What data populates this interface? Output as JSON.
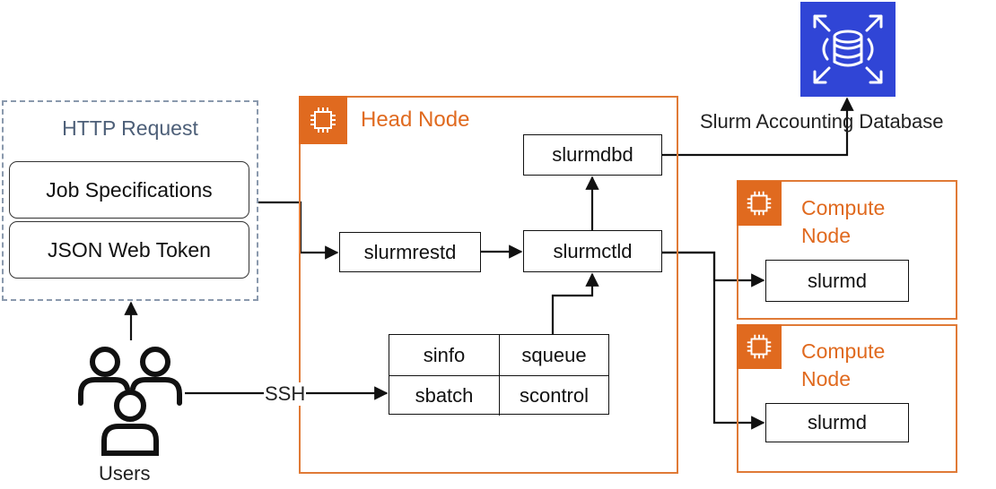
{
  "http_request": {
    "title": "HTTP Request",
    "items": [
      "Job Specifications",
      "JSON Web Token"
    ]
  },
  "head_node": {
    "title": "Head Node",
    "slurmdbd": "slurmdbd",
    "slurmrestd": "slurmrestd",
    "slurmctld": "slurmctld",
    "commands": [
      "sinfo",
      "squeue",
      "sbatch",
      "scontrol"
    ]
  },
  "compute_nodes": [
    {
      "title_line1": "Compute",
      "title_line2": "Node",
      "daemon": "slurmd"
    },
    {
      "title_line1": "Compute",
      "title_line2": "Node",
      "daemon": "slurmd"
    }
  ],
  "database": {
    "label": "Slurm Accounting Database",
    "icon": "database-icon"
  },
  "users": {
    "label": "Users",
    "icon": "users-icon"
  },
  "edge_labels": {
    "ssh": "SSH"
  },
  "colors": {
    "accent_orange": "#e06a1f",
    "database_blue": "#3045d6",
    "dashed_border": "#8a99ad",
    "group_title": "#4d5f78"
  }
}
